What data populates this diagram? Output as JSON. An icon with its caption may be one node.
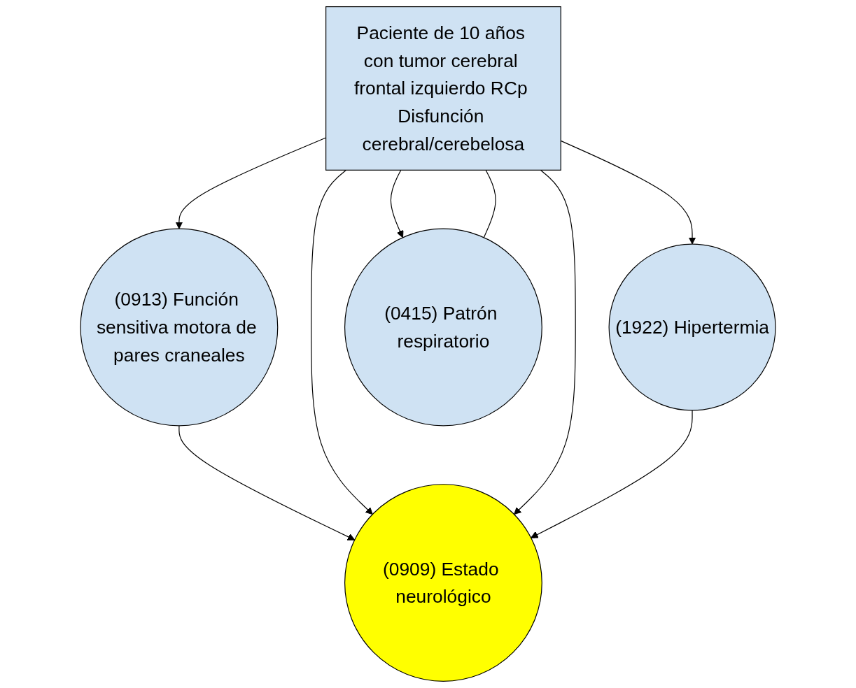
{
  "diagram": {
    "nodes": [
      {
        "text": [
          "(0909) Estado neurológico"
        ]
      },
      {
        "text": [
          "(0913) Función sensitiva motora de pares craneales"
        ]
      },
      {
        "text": [
          "Paciente de 10 años con tumor cerebral frontal izquierdo RCp Disfunción cerebral/cerebelosa"
        ]
      },
      {
        "text": [
          "(1922) Hipertermia"
        ]
      },
      {
        "text": [
          "(0415) Patrón respiratorio"
        ]
      }
    ],
    "edges": [
      {
        "from": 1,
        "to": 0,
        "arrow": "to"
      },
      {
        "from": 2,
        "to": 0,
        "arrow": "to"
      },
      {
        "from": 2,
        "to": 0,
        "arrow": "to"
      },
      {
        "from": 2,
        "to": 1,
        "arrow": "to"
      },
      {
        "from": 3,
        "to": 0,
        "arrow": "to"
      },
      {
        "from": 2,
        "to": 3,
        "arrow": "to"
      },
      {
        "from": 2,
        "to": 4,
        "arrow": "to"
      },
      {
        "from": 2,
        "to": 4,
        "arrow": "none"
      }
    ]
  }
}
